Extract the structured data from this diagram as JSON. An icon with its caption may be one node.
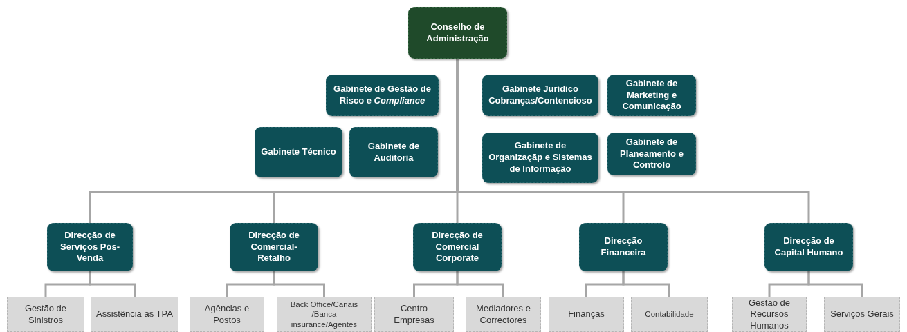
{
  "diagram": {
    "nodes": [
      {
        "text": [
          "Conselho de Administração"
        ]
      },
      {
        "text": [
          "Gabinete de Gestão de Risco e *Compliance*"
        ]
      },
      {
        "text": [
          "Gabinete Jurídico Cobranças/Contencioso"
        ]
      },
      {
        "text": [
          "Gabinete de Marketing e Comunicação"
        ]
      },
      {
        "text": [
          "Gabinete Técnico"
        ]
      },
      {
        "text": [
          "Gabinete de Auditoria"
        ]
      },
      {
        "text": [
          "Gabinete de Organizaçãp e Sistemas de Informação"
        ]
      },
      {
        "text": [
          "Gabinete de Planeamento e Controlo"
        ]
      },
      {
        "text": [
          "Direcção de Serviços Pós-Venda"
        ]
      },
      {
        "text": [
          "Direcção de Comercial-Retalho"
        ]
      },
      {
        "text": [
          "Direcção de Comercial Corporate"
        ]
      },
      {
        "text": [
          "Direcção Financeira"
        ]
      },
      {
        "text": [
          "Direcção de Capital Humano"
        ]
      },
      {
        "text": [
          "Gestão de Sinistros"
        ]
      },
      {
        "text": [
          "Assistência as TPA"
        ]
      },
      {
        "text": [
          "Agências e Postos"
        ]
      },
      {
        "text": [
          "Back Office/Canais /Banca insurance/Agentes"
        ]
      },
      {
        "text": [
          "Centro Empresas"
        ]
      },
      {
        "text": [
          "Mediadores e Correctores"
        ]
      },
      {
        "text": [
          "Finanças"
        ]
      },
      {
        "text": [
          "Contabilidade"
        ]
      },
      {
        "text": [
          "Gestão de Recursos Humanos"
        ]
      },
      {
        "text": [
          "Serviços Gerais"
        ]
      }
    ],
    "edges": [
      {
        "from": 0,
        "to": 8,
        "arrow": "none"
      },
      {
        "from": 0,
        "to": 9,
        "arrow": "none"
      },
      {
        "from": 0,
        "to": 10,
        "arrow": "none"
      },
      {
        "from": 0,
        "to": 11,
        "arrow": "none"
      },
      {
        "from": 0,
        "to": 12,
        "arrow": "none"
      },
      {
        "from": 8,
        "to": 13,
        "arrow": "none"
      },
      {
        "from": 8,
        "to": 14,
        "arrow": "none"
      },
      {
        "from": 9,
        "to": 15,
        "arrow": "none"
      },
      {
        "from": 9,
        "to": 16,
        "arrow": "none"
      },
      {
        "from": 10,
        "to": 17,
        "arrow": "none"
      },
      {
        "from": 10,
        "to": 18,
        "arrow": "none"
      },
      {
        "from": 11,
        "to": 19,
        "arrow": "none"
      },
      {
        "from": 11,
        "to": 20,
        "arrow": "none"
      },
      {
        "from": 12,
        "to": 21,
        "arrow": "none"
      },
      {
        "from": 12,
        "to": 22,
        "arrow": "none"
      }
    ]
  }
}
